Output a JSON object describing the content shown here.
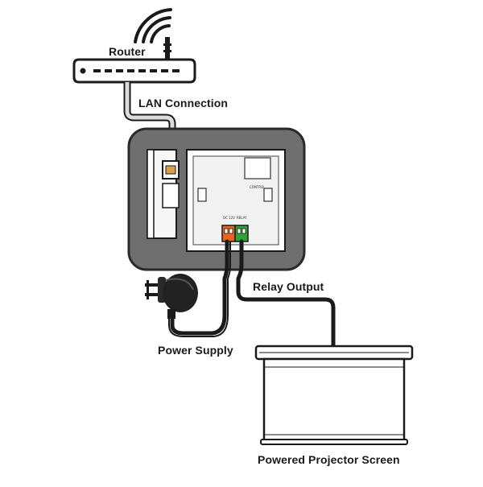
{
  "labels": {
    "router": "Router",
    "lan": "LAN Connection",
    "relay": "Relay Output",
    "power": "Power Supply",
    "screen": "Powered Projector Screen",
    "terminal_left": "DC 12V",
    "terminal_right": "RELAY",
    "panel_text": "CONTROL"
  },
  "colors": {
    "outline": "#1a1a1a",
    "housing": "#6f6f6f",
    "plate": "#ffffff",
    "panel": "#f2f2f2",
    "terminal_orange": "#e8651c",
    "terminal_green": "#2fa33a",
    "cable": "#1a1a1a",
    "lan_cable": "#dcdcdc",
    "connector": "#d8a24a"
  }
}
